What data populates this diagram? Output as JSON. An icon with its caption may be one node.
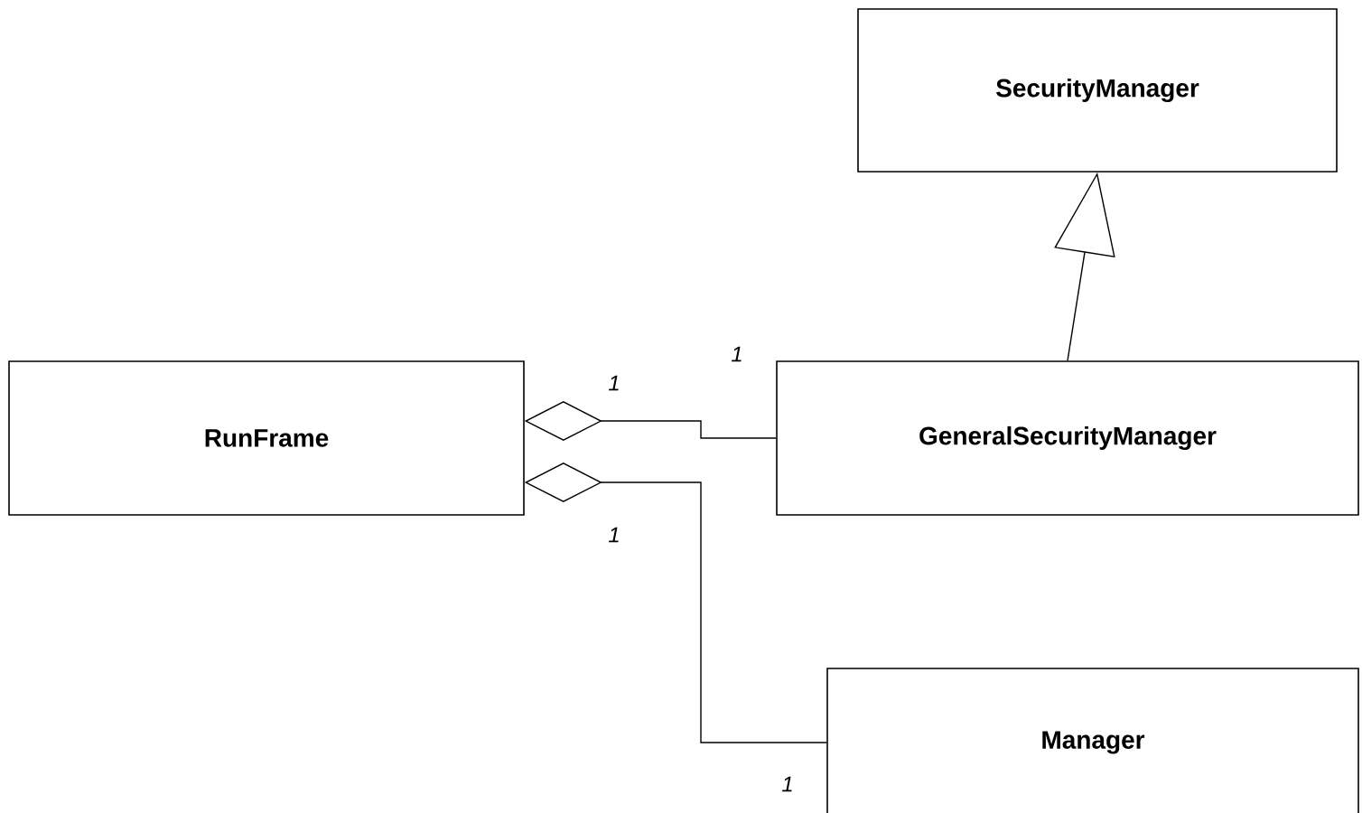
{
  "diagram": {
    "nodes": [
      {
        "text": [
          "SecurityManager"
        ]
      },
      {
        "text": [
          "RunFrame"
        ]
      },
      {
        "text": [
          "GeneralSecurityManager"
        ]
      },
      {
        "text": [
          "Manager"
        ]
      }
    ],
    "edges": [
      {
        "from": 2,
        "to": 0,
        "arrow": "to"
      },
      {
        "from": 1,
        "to": 2,
        "arrow": "other"
      },
      {
        "from": 1,
        "to": 3,
        "arrow": "other"
      }
    ],
    "labels": [
      "1",
      "1",
      "1",
      "1"
    ]
  }
}
